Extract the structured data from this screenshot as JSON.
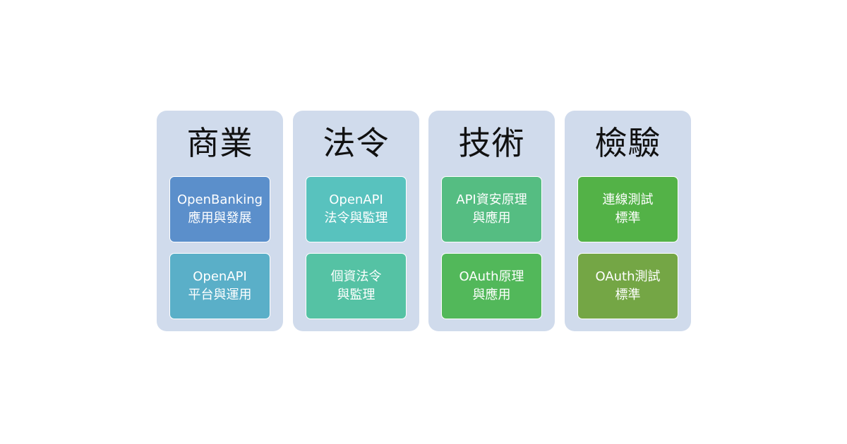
{
  "columns": [
    {
      "heading": "商業",
      "cards": [
        {
          "lines": [
            "OpenBanking",
            "應用與發展"
          ],
          "color": "#5b8fcb"
        },
        {
          "lines": [
            "OpenAPI",
            "平台與運用"
          ],
          "color": "#5aafc8"
        }
      ]
    },
    {
      "heading": "法令",
      "cards": [
        {
          "lines": [
            "OpenAPI",
            "法令與監理"
          ],
          "color": "#58c2be"
        },
        {
          "lines": [
            "個資法令",
            "與監理"
          ],
          "color": "#55c2a4"
        }
      ]
    },
    {
      "heading": "技術",
      "cards": [
        {
          "lines": [
            "API資安原理",
            "與應用"
          ],
          "color": "#55bd82"
        },
        {
          "lines": [
            "OAuth原理",
            "與應用"
          ],
          "color": "#52b85a"
        }
      ]
    },
    {
      "heading": "檢驗",
      "cards": [
        {
          "lines": [
            "連線測試",
            "標準"
          ],
          "color": "#53b247"
        },
        {
          "lines": [
            "OAuth測試",
            "標準"
          ],
          "color": "#74a645"
        }
      ]
    }
  ]
}
